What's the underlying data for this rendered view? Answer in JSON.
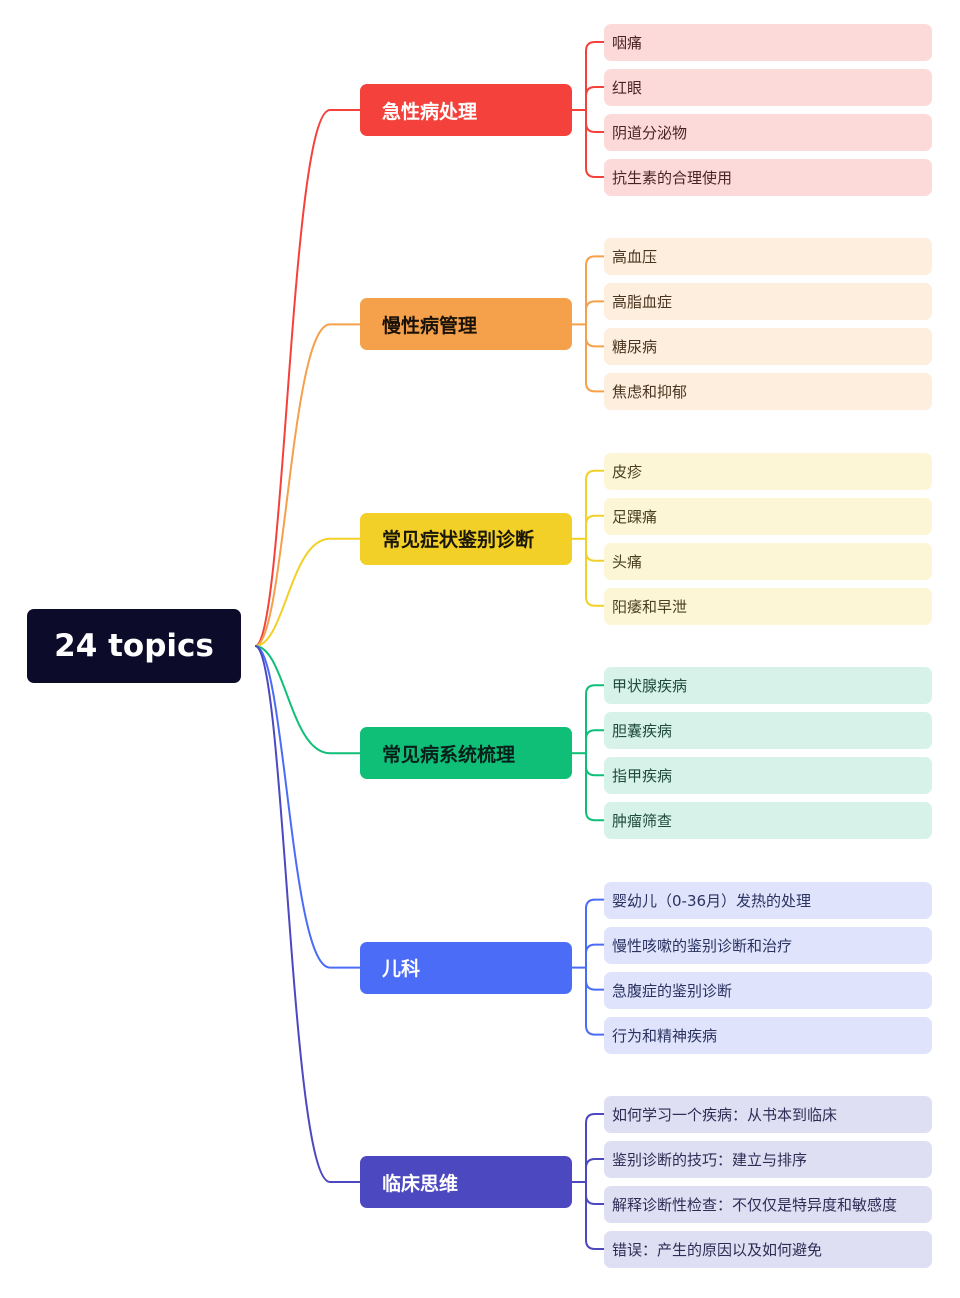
{
  "root": {
    "label": "24 topics",
    "color": "#0d0b2a"
  },
  "branches": [
    {
      "label": "急性病处理",
      "color": "#f5413b",
      "text_color": "#ffffff",
      "leaf_bg": "#fddada",
      "leaf_text": "#4a2424",
      "leaves": [
        "咽痛",
        "红眼",
        "阴道分泌物",
        "抗生素的合理使用"
      ]
    },
    {
      "label": "慢性病管理",
      "color": "#f5a04a",
      "text_color": "#1a1208",
      "leaf_bg": "#fdeedd",
      "leaf_text": "#4a3520",
      "leaves": [
        "高血压",
        "高脂血症",
        "糖尿病",
        "焦虑和抑郁"
      ]
    },
    {
      "label": "常见症状鉴别诊断",
      "color": "#f2d027",
      "text_color": "#1a1608",
      "leaf_bg": "#fdf6d6",
      "leaf_text": "#4a4020",
      "leaves": [
        "皮疹",
        "足踝痛",
        "头痛",
        "阳痿和早泄"
      ]
    },
    {
      "label": "常见病系统梳理",
      "color": "#0fbf78",
      "text_color": "#08201a",
      "leaf_bg": "#d7f3e9",
      "leaf_text": "#1f4a3c",
      "leaves": [
        "甲状腺疾病",
        "胆囊疾病",
        "指甲疾病",
        "肿瘤筛查"
      ]
    },
    {
      "label": "儿科",
      "color": "#4a6cf7",
      "text_color": "#ffffff",
      "leaf_bg": "#dfe4fc",
      "leaf_text": "#2a3260",
      "leaves": [
        "婴幼儿（0-36月）发热的处理",
        "慢性咳嗽的鉴别诊断和治疗",
        "急腹症的鉴别诊断",
        "行为和精神疾病"
      ]
    },
    {
      "label": "临床思维",
      "color": "#4c48c0",
      "text_color": "#ffffff",
      "leaf_bg": "#dfdff3",
      "leaf_text": "#2e2c55",
      "leaves": [
        "如何学习一个疾病：从书本到临床",
        "鉴别诊断的技巧：建立与排序",
        "解释诊断性检查：不仅仅是特异度和敏感度",
        "错误：产生的原因以及如何避免"
      ]
    }
  ]
}
